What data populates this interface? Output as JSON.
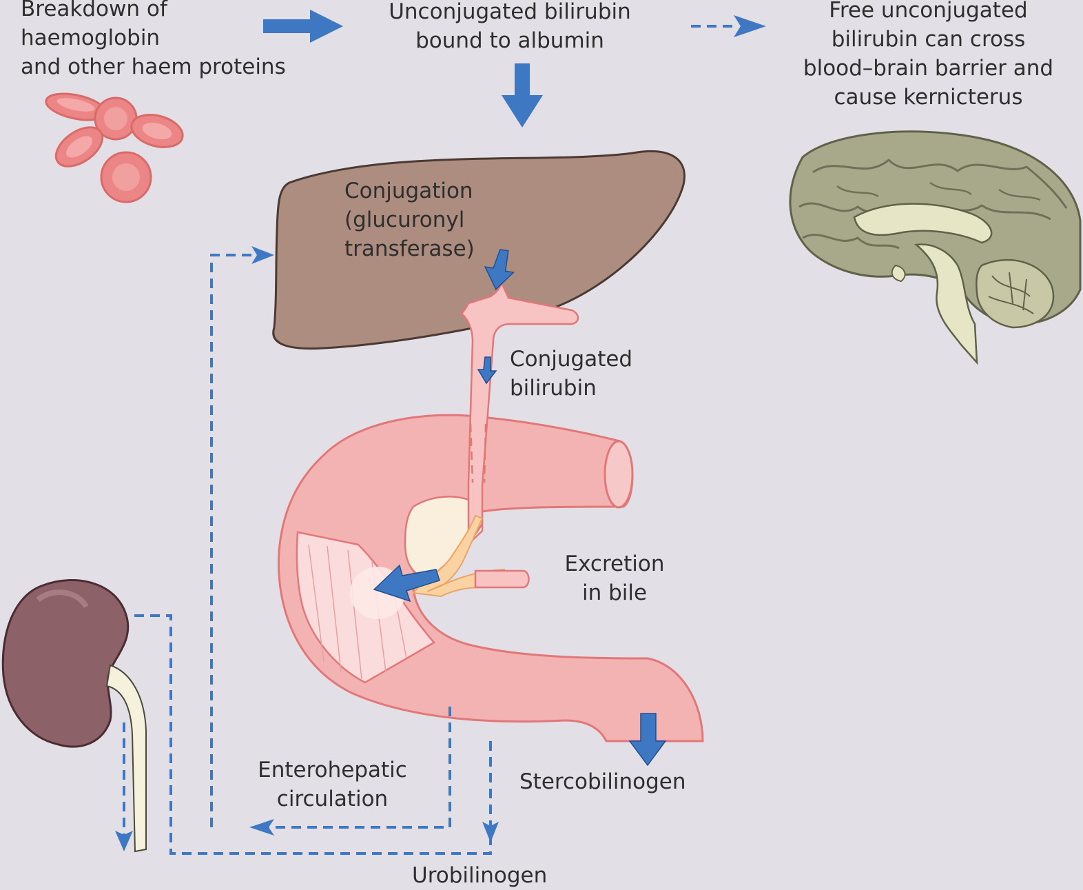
{
  "labels": {
    "breakdown": [
      "Breakdown of",
      "haemoglobin",
      "and other haem proteins"
    ],
    "unconjugated": [
      "Unconjugated bilirubin",
      "bound to albumin"
    ],
    "free_unconjugated": [
      "Free unconjugated",
      "bilirubin can cross",
      "blood–brain barrier and",
      "cause kernicterus"
    ],
    "conjugation": [
      "Conjugation",
      "(glucuronyl",
      "transferase)"
    ],
    "conjugated": [
      "Conjugated",
      "bilirubin"
    ],
    "excretion": [
      "Excretion",
      "in bile"
    ],
    "enterohepatic": [
      "Enterohepatic",
      "circulation"
    ],
    "stercobilinogen": "Stercobilinogen",
    "urobilinogen": "Urobilinogen"
  },
  "colors": {
    "background": "#e3dfe6",
    "arrow": "#3e78c2",
    "liver": "#ad8d7f",
    "intestine": "#f3b3b3",
    "kidney": "#8c6168",
    "red_cell": "#ec8585",
    "brain": "#a8a98b"
  }
}
